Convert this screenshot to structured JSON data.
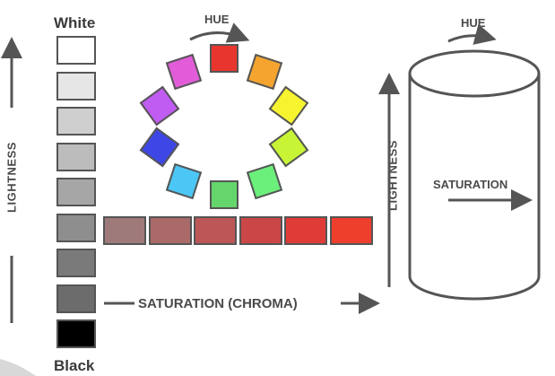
{
  "labels": {
    "white": "White",
    "black": "Black",
    "hue_top": "HUE",
    "hue_right": "HUE",
    "lightness_left": "LIGHTNESS",
    "lightness_right": "LIGHTNESS",
    "saturation_chroma": "SATURATION (CHROMA)",
    "saturation_cylinder": "SATURATION"
  },
  "grayscale": [
    "#ffffff",
    "#e6e6e6",
    "#cfcfcf",
    "#bcbcbc",
    "#a6a6a6",
    "#8e8e8e",
    "#7a7a7a",
    "#6c6c6c",
    "#000000"
  ],
  "saturation_row": [
    "#9e7a7a",
    "#ab6a6a",
    "#bd5757",
    "#cb4646",
    "#df3b37",
    "#ee3e2c"
  ],
  "hue_wheel": [
    {
      "name": "red",
      "color": "#e8362e"
    },
    {
      "name": "orange",
      "color": "#f5a52f"
    },
    {
      "name": "yellow",
      "color": "#f6f42f"
    },
    {
      "name": "yellow-green",
      "color": "#c7f535"
    },
    {
      "name": "green",
      "color": "#6cf07c"
    },
    {
      "name": "green-2",
      "color": "#64d66c"
    },
    {
      "name": "cyan",
      "color": "#4cc6f4"
    },
    {
      "name": "blue",
      "color": "#3e47e6"
    },
    {
      "name": "violet",
      "color": "#c05cf2"
    },
    {
      "name": "magenta",
      "color": "#e25cd9"
    }
  ],
  "colors": {
    "arrow": "#555555",
    "text": "#4a4a4a"
  }
}
